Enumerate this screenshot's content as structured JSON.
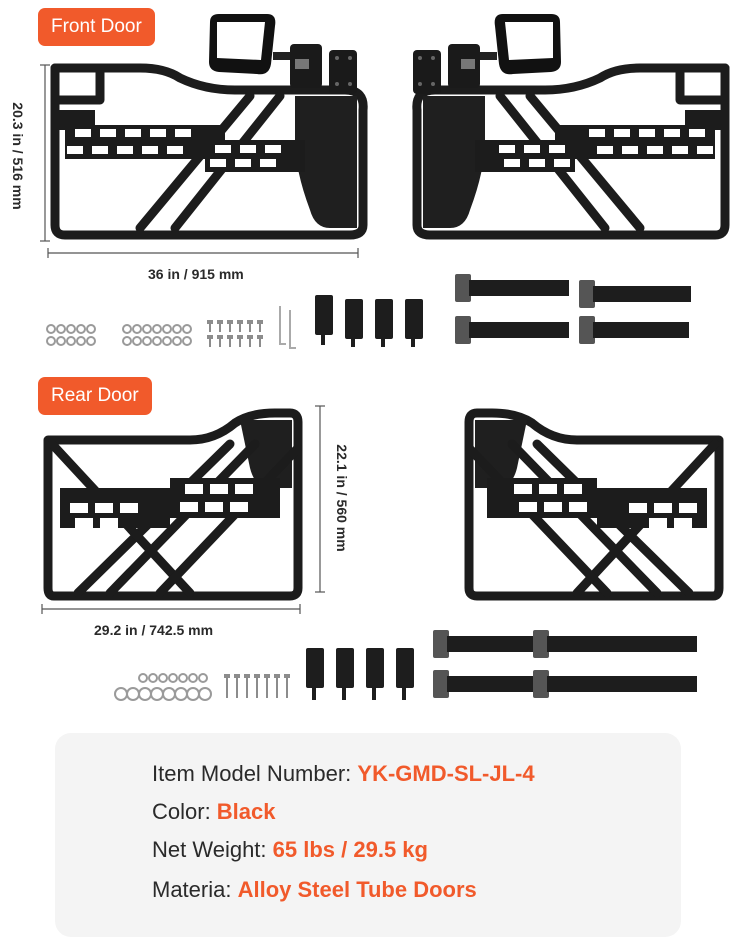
{
  "front": {
    "tag": "Front Door",
    "height_label": "20.3 in / 516 mm",
    "width_label": "36 in / 915 mm"
  },
  "rear": {
    "tag": "Rear Door",
    "height_label": "22.1 in / 560 mm",
    "width_label": "29.2 in / 742.5 mm"
  },
  "specs": {
    "model_label": "Item Model Number: ",
    "model_value": "YK-GMD-SL-JL-4",
    "color_label": "Color: ",
    "color_value": "Black",
    "weight_label": "Net Weight: ",
    "weight_value": "65 lbs / 29.5 kg",
    "material_label": "Materia: ",
    "material_value": "Alloy Steel Tube Doors"
  },
  "colors": {
    "accent": "#f15a2b",
    "door": "#1c1c1c",
    "card": "#f4f4f4"
  }
}
